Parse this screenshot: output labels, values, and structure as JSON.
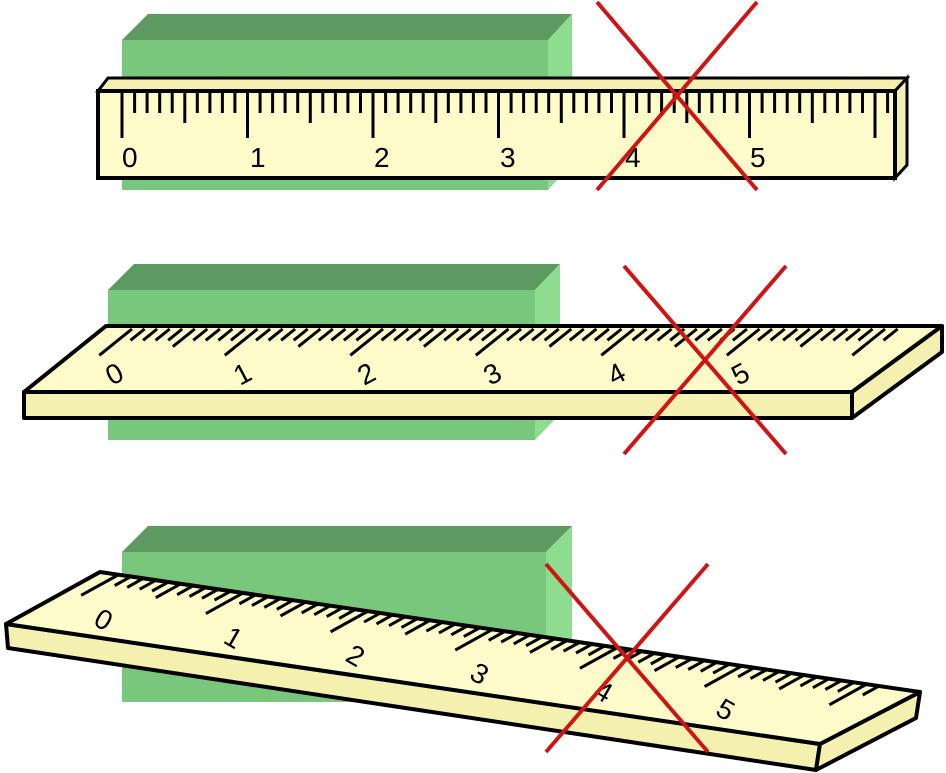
{
  "colors": {
    "block_front": "#79c77d",
    "block_top": "#5d9a62",
    "block_side": "#8ddc8f",
    "ruler_face": "#fcfbc9",
    "ruler_edge": "#f3f0b0",
    "outline": "#000000",
    "cross": "#d01414"
  },
  "rulers": [
    {
      "name": "ruler-level",
      "labels": [
        "0",
        "1",
        "2",
        "3",
        "4",
        "5"
      ]
    },
    {
      "name": "ruler-flat",
      "labels": [
        "0",
        "1",
        "2",
        "3",
        "4",
        "5"
      ]
    },
    {
      "name": "ruler-tilted",
      "labels": [
        "0",
        "1",
        "2",
        "3",
        "4",
        "5"
      ]
    }
  ]
}
